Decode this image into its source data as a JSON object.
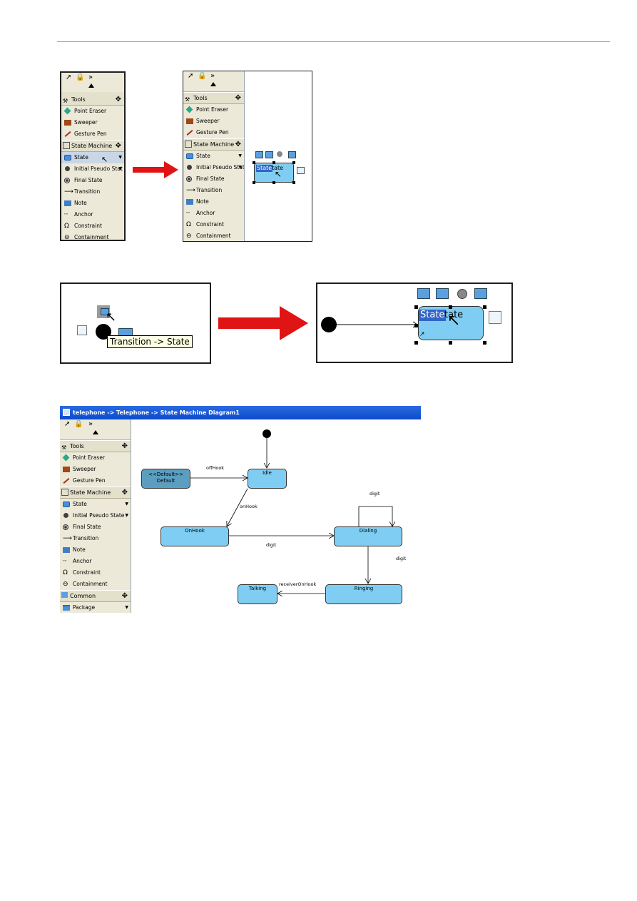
{
  "palette": {
    "group_tools": "Tools",
    "group_state_machine": "State Machine",
    "group_common": "Common",
    "items": {
      "point_eraser": "Point Eraser",
      "sweeper": "Sweeper",
      "gesture_pen": "Gesture Pen",
      "state": "State",
      "initial_pseudo_state_short": "Initial Pseudo Stat",
      "initial_pseudo_state": "Initial Pseudo State",
      "final_state": "Final State",
      "transition": "Transition",
      "note": "Note",
      "anchor": "Anchor",
      "constraint": "Constraint",
      "containment": "Containment",
      "package": "Package"
    }
  },
  "step1": {
    "new_state_selected": "State",
    "new_state_rest": "tate"
  },
  "step2": {
    "tooltip": "Transition -> State",
    "new_state_selected": "State",
    "new_state_rest": "tate"
  },
  "diagram_window": {
    "title": "telephone -> Telephone -> State Machine Diagram1"
  },
  "diagram": {
    "states": {
      "default_line1": "<<Default>>",
      "default_line2": "Default",
      "idle": "Idle",
      "onhook": "OnHook",
      "dialing": "Dialing",
      "ringing": "Ringing",
      "talking": "Talking"
    },
    "transitions": {
      "offhook": "offHook",
      "onhook": "onHook",
      "digit_self": "digit",
      "digit_onhook_dialing": "digit",
      "digit_dialing_ringing": "digit",
      "receiver_onhook": "receiverOnHook"
    }
  },
  "colors": {
    "state_fill": "#7fcdf2",
    "default_state_fill": "#5b9ec0",
    "arrow_red": "#e01414",
    "selection_blue": "#3164c8"
  }
}
